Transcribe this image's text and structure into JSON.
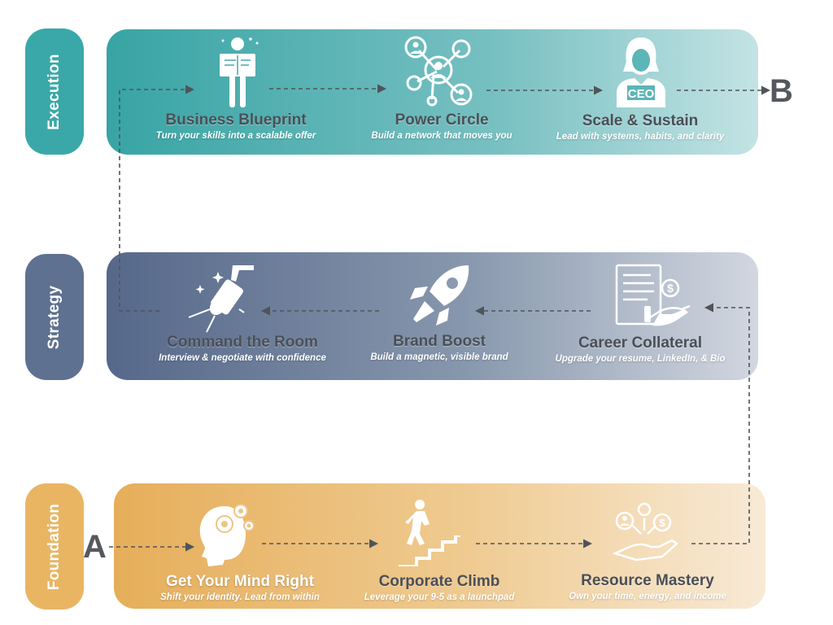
{
  "rows": {
    "execution": {
      "label": "Execution"
    },
    "strategy": {
      "label": "Strategy"
    },
    "foundation": {
      "label": "Foundation"
    }
  },
  "steps": {
    "business_blueprint": {
      "title": "Business Blueprint",
      "subtitle": "Turn your skills into a scalable offer",
      "icon": "person-reading-plan-icon"
    },
    "power_circle": {
      "title": "Power Circle",
      "subtitle": "Build a network that moves you",
      "icon": "network-people-icon"
    },
    "scale_sustain": {
      "title": "Scale & Sustain",
      "subtitle": "Lead with systems, habits, and clarity",
      "icon": "ceo-icon"
    },
    "command_room": {
      "title": "Command the Room",
      "subtitle": "Interview & negotiate with confidence",
      "icon": "spotlight-icon"
    },
    "brand_boost": {
      "title": "Brand Boost",
      "subtitle": "Build a magnetic, visible brand",
      "icon": "rocket-icon"
    },
    "career_collateral": {
      "title": "Career Collateral",
      "subtitle": "Upgrade your resume, LinkedIn, & Bio",
      "icon": "resume-money-icon"
    },
    "mind_right": {
      "title": "Get Your Mind Right",
      "subtitle": "Shift your identity. Lead from within",
      "icon": "head-gears-icon"
    },
    "corporate_climb": {
      "title": "Corporate Climb",
      "subtitle": "Leverage your 9-5 as a launchpad",
      "icon": "stairs-climb-icon"
    },
    "resource_mastery": {
      "title": "Resource Mastery",
      "subtitle": "Own your time, energy, and income",
      "icon": "hand-resources-icon"
    }
  },
  "endpoints": {
    "start": "A",
    "end": "B"
  },
  "colors": {
    "execution": "#3aa6a6",
    "strategy": "#5d6f8c",
    "foundation": "#e8b25e",
    "arrow": "#555a60"
  }
}
